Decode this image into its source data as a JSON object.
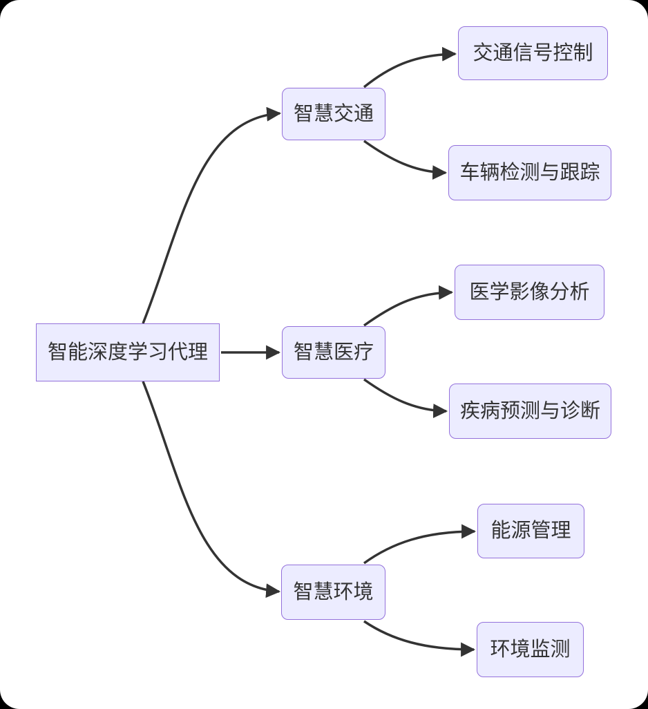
{
  "diagram": {
    "type": "flowchart-left-to-right",
    "root": {
      "label": "智能深度学习代理"
    },
    "branches": [
      {
        "label": "智慧交通",
        "children": [
          {
            "label": "交通信号控制"
          },
          {
            "label": "车辆检测与跟踪"
          }
        ]
      },
      {
        "label": "智慧医疗",
        "children": [
          {
            "label": "医学影像分析"
          },
          {
            "label": "疾病预测与诊断"
          }
        ]
      },
      {
        "label": "智慧环境",
        "children": [
          {
            "label": "能源管理"
          },
          {
            "label": "环境监测"
          }
        ]
      }
    ],
    "edges": [
      {
        "from": "智能深度学习代理",
        "to": "智慧交通"
      },
      {
        "from": "智能深度学习代理",
        "to": "智慧医疗"
      },
      {
        "from": "智能深度学习代理",
        "to": "智慧环境"
      },
      {
        "from": "智慧交通",
        "to": "交通信号控制"
      },
      {
        "from": "智慧交通",
        "to": "车辆检测与跟踪"
      },
      {
        "from": "智慧医疗",
        "to": "医学影像分析"
      },
      {
        "from": "智慧医疗",
        "to": "疾病预测与诊断"
      },
      {
        "from": "智慧环境",
        "to": "能源管理"
      },
      {
        "from": "智慧环境",
        "to": "环境监测"
      }
    ],
    "colors": {
      "node_fill": "#ECECFF",
      "node_border": "#9370DB",
      "text": "#333333",
      "edge": "#333333",
      "canvas": "#FFFFFF"
    }
  }
}
